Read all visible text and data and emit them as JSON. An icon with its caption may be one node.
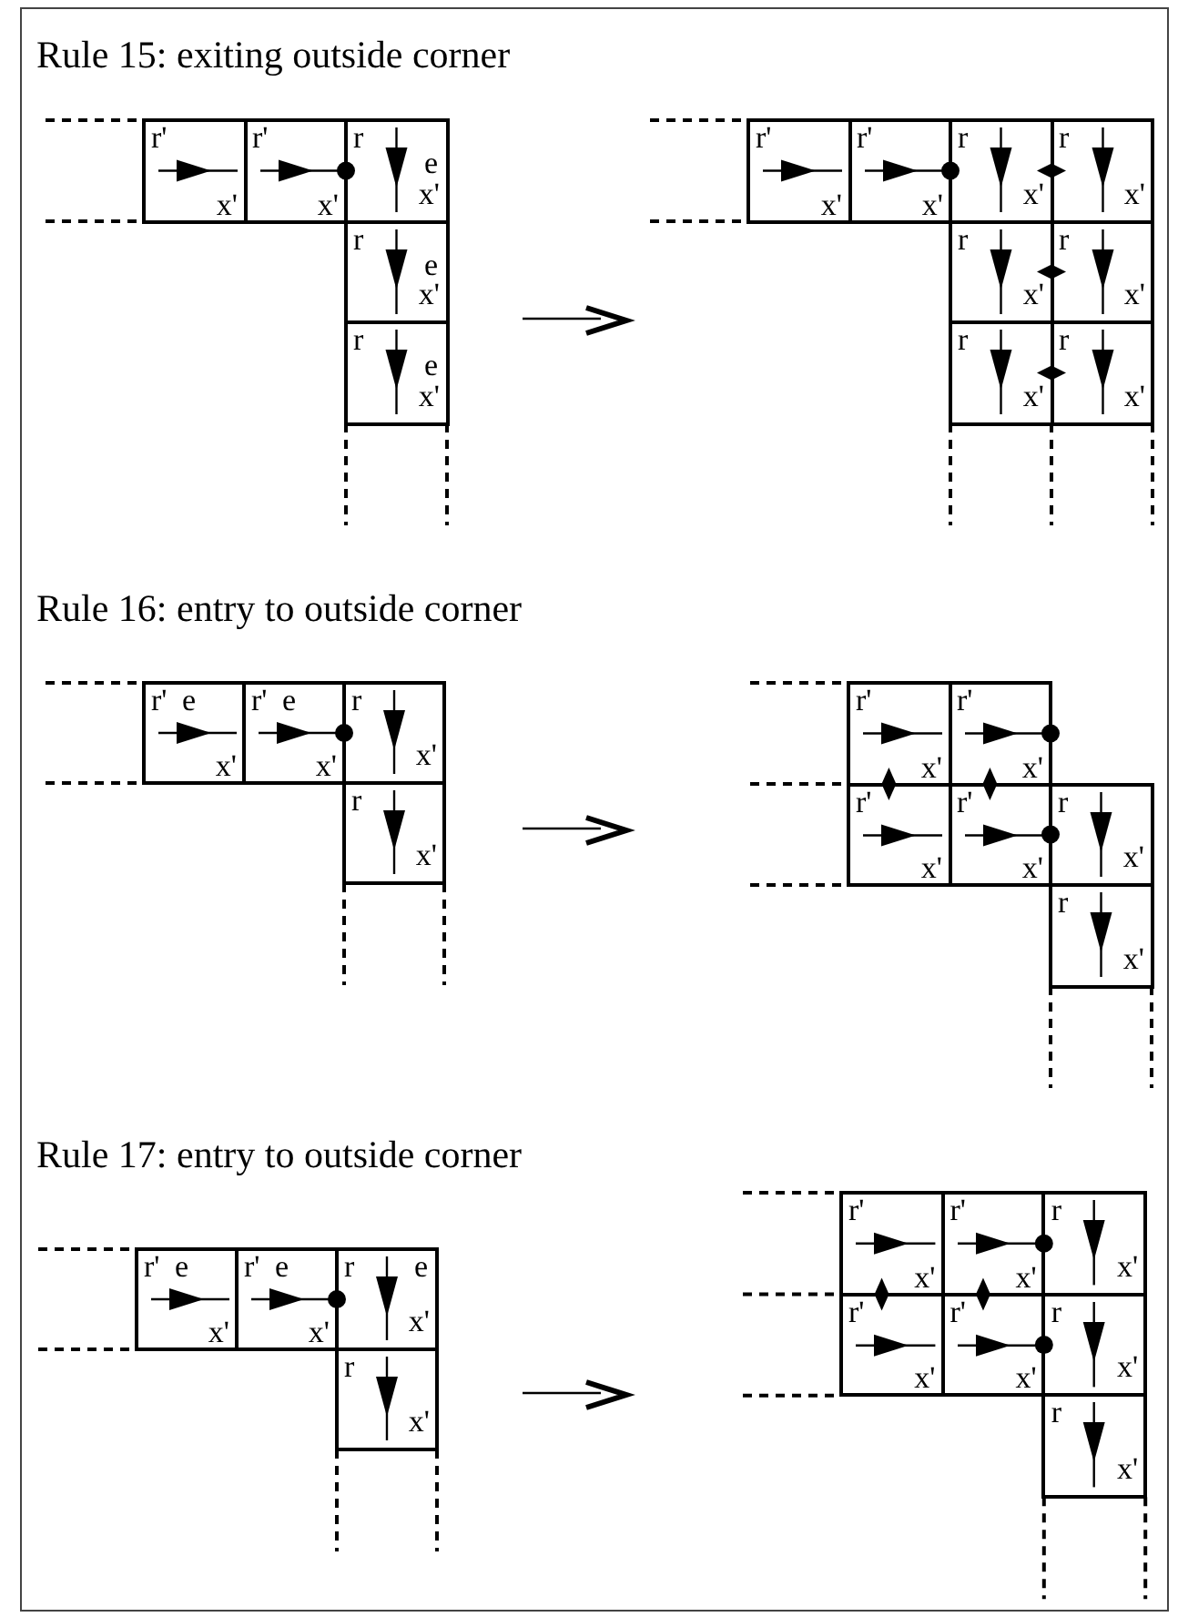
{
  "diagram": {
    "nodes": [
      {
        "text": [
          "r'",
          "x'"
        ]
      },
      {
        "text": [
          "r'",
          "x'"
        ]
      },
      {
        "text": [
          "r",
          "e",
          "x'"
        ]
      },
      {
        "text": [
          "r",
          "e",
          "x'"
        ]
      },
      {
        "text": [
          "r",
          "e",
          "x'"
        ]
      },
      {
        "text": [
          "r'",
          "x'"
        ]
      },
      {
        "text": [
          "r'",
          "x'"
        ]
      },
      {
        "text": [
          "r",
          "x'"
        ]
      },
      {
        "text": [
          "r",
          "x'"
        ]
      },
      {
        "text": [
          "r",
          "x'"
        ]
      },
      {
        "text": [
          "r",
          "x'"
        ]
      },
      {
        "text": [
          "r",
          "x'"
        ]
      },
      {
        "text": [
          "r",
          "x'"
        ]
      },
      {
        "text": [
          "r'",
          "e",
          "x'"
        ]
      },
      {
        "text": [
          "r'",
          "e",
          "x'"
        ]
      },
      {
        "text": [
          "r",
          "x'"
        ]
      },
      {
        "text": [
          "r",
          "x'"
        ]
      },
      {
        "text": [
          "r'",
          "x'"
        ]
      },
      {
        "text": [
          "r'",
          "x'"
        ]
      },
      {
        "text": [
          "r'",
          "x'"
        ]
      },
      {
        "text": [
          "r'",
          "x'"
        ]
      },
      {
        "text": [
          "r",
          "x'"
        ]
      },
      {
        "text": [
          "r",
          "x'"
        ]
      },
      {
        "text": [
          "r'",
          "e",
          "x'"
        ]
      },
      {
        "text": [
          "r'",
          "e",
          "x'"
        ]
      },
      {
        "text": [
          "r",
          "e",
          "x'"
        ]
      },
      {
        "text": [
          "r",
          "x'"
        ]
      },
      {
        "text": [
          "r'",
          "x'"
        ]
      },
      {
        "text": [
          "r'",
          "x'"
        ]
      },
      {
        "text": [
          "r",
          "x'"
        ]
      },
      {
        "text": [
          "r'",
          "x'"
        ]
      },
      {
        "text": [
          "r'",
          "x'"
        ]
      },
      {
        "text": [
          "r",
          "x'"
        ]
      },
      {
        "text": [
          "r",
          "x'"
        ]
      }
    ],
    "labels": [
      "Rule 15: exiting outside corner",
      "Rule 16: entry to outside corner",
      "Rule 17: entry to outside corner"
    ]
  }
}
